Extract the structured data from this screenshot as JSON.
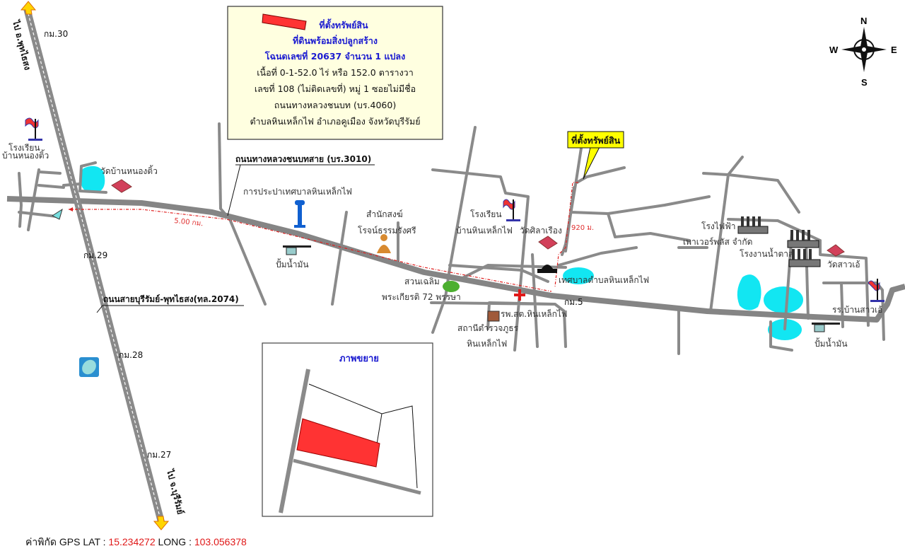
{
  "legend": {
    "title": "ที่ตั้งทรัพย์สิน",
    "line2": "ที่ดินพร้อมสิ่งปลูกสร้าง",
    "line3": "โฉนดเลขที่ 20637  จำนวน 1 แปลง",
    "line4": "เนื้อที่ 0-1-52.0 ไร่ หรือ 152.0 ตารางวา",
    "line5": "เลขที่ 108 (ไม่ติดเลขที่) หมู่ 1 ซอยไม่มีชื่อ",
    "line6": "ถนนทางหลวงชนบท (บร.4060)",
    "line7": "ตำบลหินเหล็กไฟ อำเภอคูเมือง จังหวัดบุรีรัมย์",
    "parcel_color": "#ff3333"
  },
  "compass": {
    "n": "N",
    "s": "S",
    "e": "E",
    "w": "W"
  },
  "callout": "ที่ตั้งทรัพย์สิน",
  "roads": {
    "to_phutthaisong": "ไป อ.พุทไธสง",
    "to_buriram": "ไป จ.บุรีรัมย์",
    "rural_road": "ถนนทางหลวงชนบทสาย (บร.3010)",
    "highway": "ถนนสายบุรีรัมย์-พุทไธสง(ทล.2074)"
  },
  "km_markers": [
    "กม.30",
    "กม.29",
    "กม.28",
    "กม.27",
    "กม.5"
  ],
  "distances": {
    "main": "5.00 กม.",
    "spur": "920 ม."
  },
  "places": {
    "school_nongtio_1": "โรงเรียน",
    "school_nongtio_2": "บ้านหนองติ้ว",
    "wat_nongtio": "วัดบ้านหนองติ้ว",
    "waterworks": "การประปาเทศบาลหินเหล็กไฟ",
    "gas_station_1": "ปั้มน้ำมัน",
    "monastery_1": "สำนักสงฆ์",
    "monastery_2": "โรจน์ธรรมรังศรี",
    "school_hinlek_1": "โรงเรียน",
    "school_hinlek_2": "บ้านหินเหล็กไฟ",
    "wat_sila": "วัดศิลาเรือง",
    "park_1": "สวนเฉลิม",
    "park_2": "พระเกียรติ 72 พรรษา",
    "municipality": "เทศบาลตำบลหินเหล็กไฟ",
    "health_center": "รพ.สต.หินเหล็กไฟ",
    "police_1": "สถานีตำรวจภูธร",
    "police_2": "หินเหล็กไฟ",
    "power_plant_1": "โรงไฟฟ้า",
    "power_plant_2": "เพาเวอร์พลัส จำกัด",
    "sugar_factory": "โรงงานน้ำตาล",
    "wat_saoe": "วัดสาวเอ้",
    "school_saoe": "รร.บ้านสาวเอ้",
    "gas_station_2": "ปั้มน้ำมัน"
  },
  "inset": {
    "title": "ภาพขยาย"
  },
  "gps": {
    "label": "ค่าพิกัด GPS  LAT :",
    "lat": "15.234272",
    "long_label": "LONG :",
    "long": "103.056378"
  }
}
